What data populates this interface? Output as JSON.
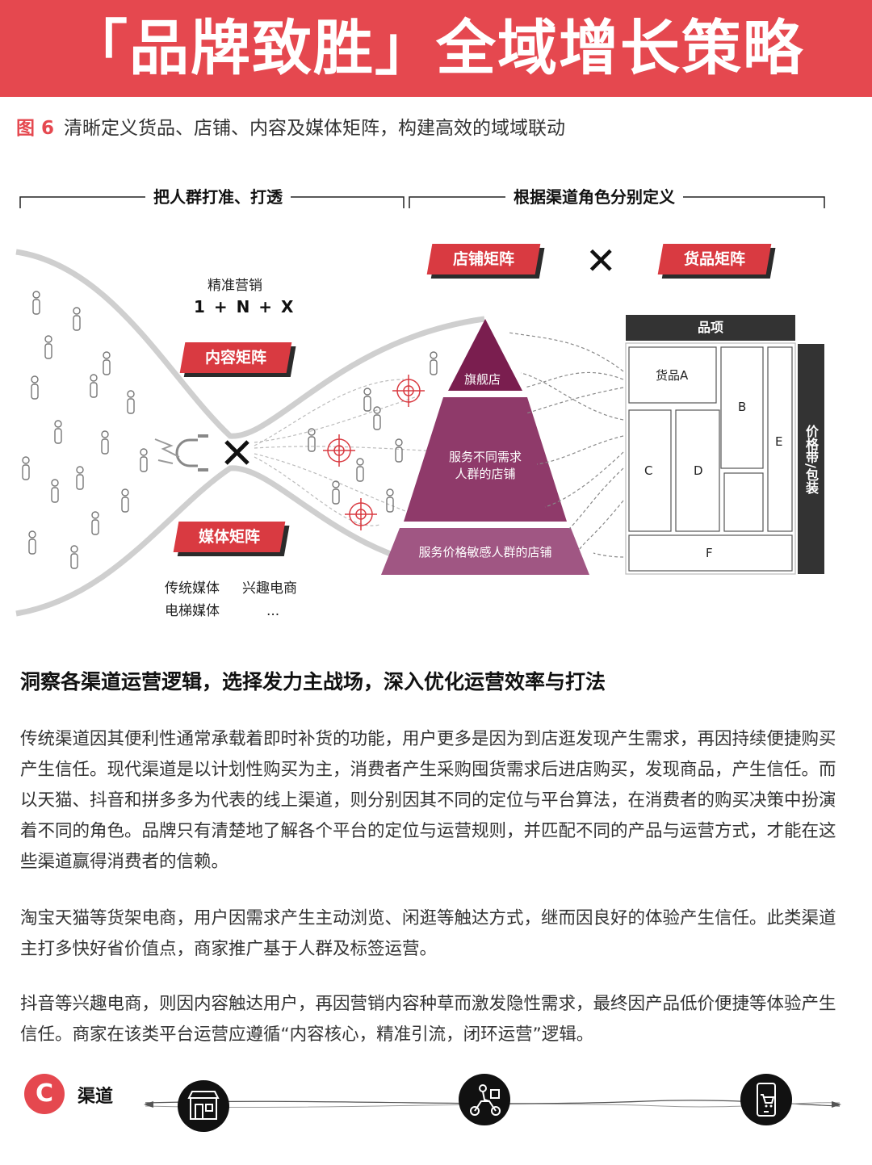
{
  "banner": {
    "title": "「品牌致胜」全域增长策略"
  },
  "figure": {
    "number": "图 6",
    "caption": "清晰定义货品、店铺、内容及媒体矩阵，构建高效的域域联动"
  },
  "diagram": {
    "left_section_title": "把人群打准、打透",
    "right_section_title": "根据渠道角色分别定义",
    "precision_marketing": "精准营销",
    "formula": "1 + N + X",
    "content_matrix": "内容矩阵",
    "media_matrix": "媒体矩阵",
    "media_list": [
      "传统媒体",
      "兴趣电商",
      "电梯媒体",
      "..."
    ],
    "store_matrix": "店铺矩阵",
    "goods_matrix": "货品矩阵",
    "cross_symbol": "✕",
    "pyramid": {
      "top": "旗舰店",
      "middle": "服务不同需求\n人群的店铺",
      "bottom": "服务价格敏感人群的店铺"
    },
    "grid": {
      "header": "品项",
      "side_label": "价格带/包装",
      "cells": [
        "货品A",
        "B",
        "C",
        "D",
        "E",
        "F"
      ]
    }
  },
  "article": {
    "headline": "洞察各渠道运营逻辑，选择发力主战场，深入优化运营效率与打法",
    "paragraphs": [
      "传统渠道因其便利性通常承载着即时补货的功能，用户更多是因为到店逛发现产生需求，再因持续便捷购买产生信任。现代渠道是以计划性购买为主，消费者产生采购囤货需求后进店购买，发现商品，产生信任。而以天猫、抖音和拼多多为代表的线上渠道，则分别因其不同的定位与平台算法，在消费者的购买决策中扮演着不同的角色。品牌只有清楚地了解各个平台的定位与运营规则，并匹配不同的产品与运营方式，才能在这些渠道赢得消费者的信赖。",
      "淘宝天猫等货架电商，用户因需求产生主动浏览、闲逛等触达方式，继而因良好的体验产生信任。此类渠道主打多快好省价值点，商家推广基于人群及标签运营。",
      "抖音等兴趣电商，则因内容触达用户，再因营销内容种草而激发隐性需求，最终因产品低价便捷等体验产生信任。商家在该类平台运营应遵循“内容核心，精准引流，闭环运营”逻辑。"
    ]
  },
  "footer": {
    "badge": "C",
    "label": "渠道",
    "icons": [
      "store-icon",
      "delivery-scooter-icon",
      "phone-cart-icon"
    ]
  },
  "colors": {
    "brand_red": "#e5484f",
    "pyramid_dark": "#7a1e4f",
    "pyramid_mid": "#8f3a6a",
    "pyramid_light": "#a05683"
  }
}
